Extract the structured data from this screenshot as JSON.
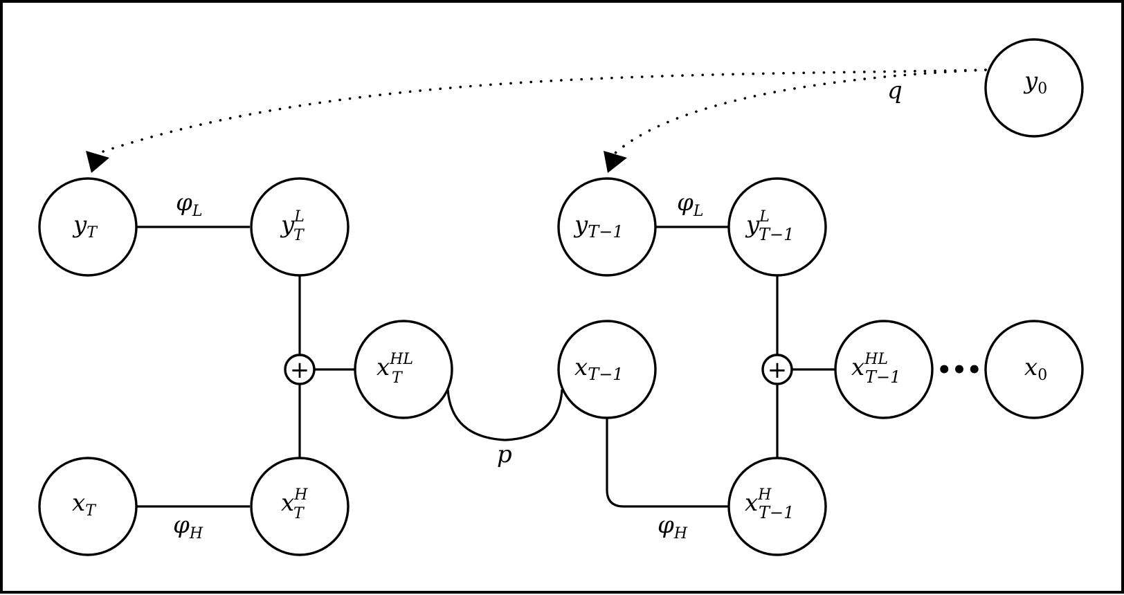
{
  "diagram": {
    "nodes": {
      "y0": {
        "base": "y",
        "sub": "0",
        "sup": ""
      },
      "yT": {
        "base": "y",
        "sub": "T",
        "sup": ""
      },
      "yTL": {
        "base": "y",
        "sub": "T",
        "sup": "L"
      },
      "yTm1": {
        "base": "y",
        "sub": "T−1",
        "sup": ""
      },
      "yTm1L": {
        "base": "y",
        "sub": "T−1",
        "sup": "L"
      },
      "xTHL": {
        "base": "x",
        "sub": "T",
        "sup": "HL"
      },
      "xTm1": {
        "base": "x",
        "sub": "T−1",
        "sup": ""
      },
      "xTm1HL": {
        "base": "x",
        "sub": "T−1",
        "sup": "HL"
      },
      "x0": {
        "base": "x",
        "sub": "0",
        "sup": ""
      },
      "xT": {
        "base": "x",
        "sub": "T",
        "sup": ""
      },
      "xTH": {
        "base": "x",
        "sub": "T",
        "sup": "H"
      },
      "xTm1H": {
        "base": "x",
        "sub": "T−1",
        "sup": "H"
      }
    },
    "edge_labels": {
      "phiL_left": {
        "base": "φ",
        "sub": "L"
      },
      "phiL_right": {
        "base": "φ",
        "sub": "L"
      },
      "phiH_left": {
        "base": "φ",
        "sub": "H"
      },
      "phiH_right": {
        "base": "φ",
        "sub": "H"
      },
      "p": {
        "base": "p",
        "sub": ""
      },
      "q": {
        "base": "q",
        "sub": ""
      }
    },
    "plus_symbol": "+",
    "ellipsis": "•••"
  }
}
